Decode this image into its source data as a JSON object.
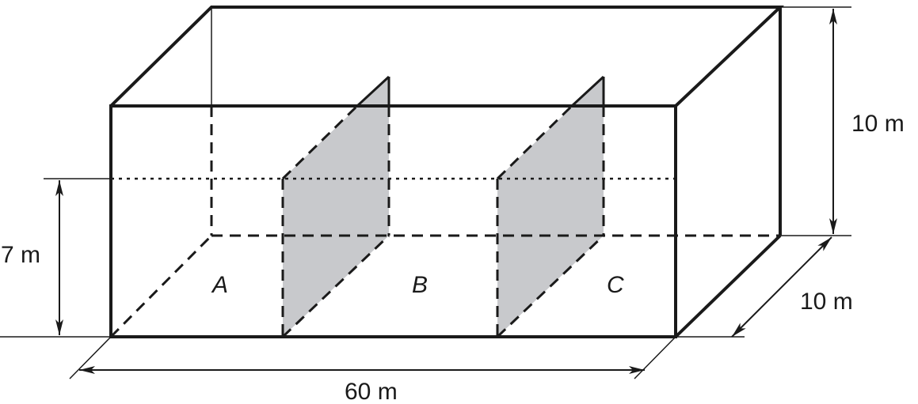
{
  "diagram": {
    "dimensions": {
      "water_depth": "7 m",
      "height": "10 m",
      "depth": "10 m",
      "length": "60 m"
    },
    "sections": [
      "A",
      "B",
      "C"
    ],
    "colors": {
      "line": "#1a1a1a",
      "partition_fill": "#c8c9cc"
    }
  }
}
